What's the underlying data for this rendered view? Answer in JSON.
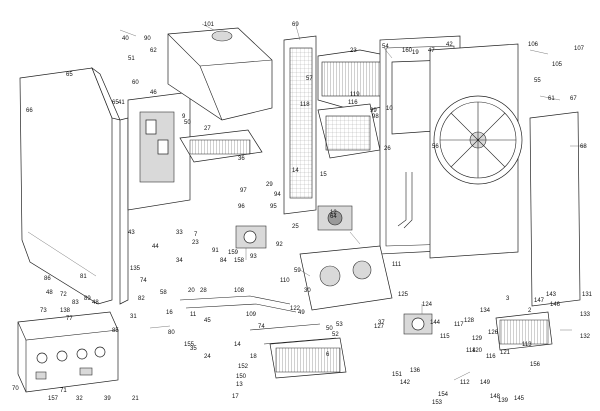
{
  "callouts": [
    "101",
    "69",
    "54",
    "19",
    "160",
    "106",
    "107",
    "105",
    "65",
    "55",
    "47",
    "42",
    "40",
    "90",
    "51",
    "62",
    "60",
    "66",
    "65",
    "41",
    "46",
    "50",
    "9",
    "23",
    "57",
    "118",
    "119",
    "116",
    "99",
    "98",
    "10",
    "67",
    "61",
    "56",
    "15",
    "27",
    "26",
    "68",
    "12",
    "64",
    "36",
    "96",
    "97",
    "29",
    "94",
    "95",
    "14",
    "93",
    "25",
    "92",
    "91",
    "158",
    "159",
    "43",
    "44",
    "7",
    "23",
    "33",
    "34",
    "86",
    "72",
    "138",
    "48",
    "70",
    "71",
    "73",
    "77",
    "83",
    "89",
    "85",
    "48",
    "74",
    "108",
    "28",
    "45",
    "31",
    "59",
    "58",
    "109",
    "124",
    "135",
    "127",
    "20",
    "14",
    "30",
    "134",
    "139",
    "154",
    "153",
    "145",
    "148",
    "110",
    "117",
    "114",
    "116",
    "125",
    "115",
    "112",
    "111",
    "131",
    "133",
    "132",
    "3",
    "2",
    "126",
    "128",
    "129",
    "120",
    "121",
    "122",
    "49",
    "50",
    "52",
    "53",
    "37",
    "113",
    "136",
    "151",
    "149",
    "147",
    "146",
    "143",
    "144",
    "142",
    "6",
    "150",
    "152",
    "18",
    "13",
    "17",
    "16",
    "11",
    "35",
    "80",
    "81",
    "84",
    "24",
    "82",
    "74",
    "155",
    "156",
    "157",
    "32",
    "39",
    "21"
  ]
}
